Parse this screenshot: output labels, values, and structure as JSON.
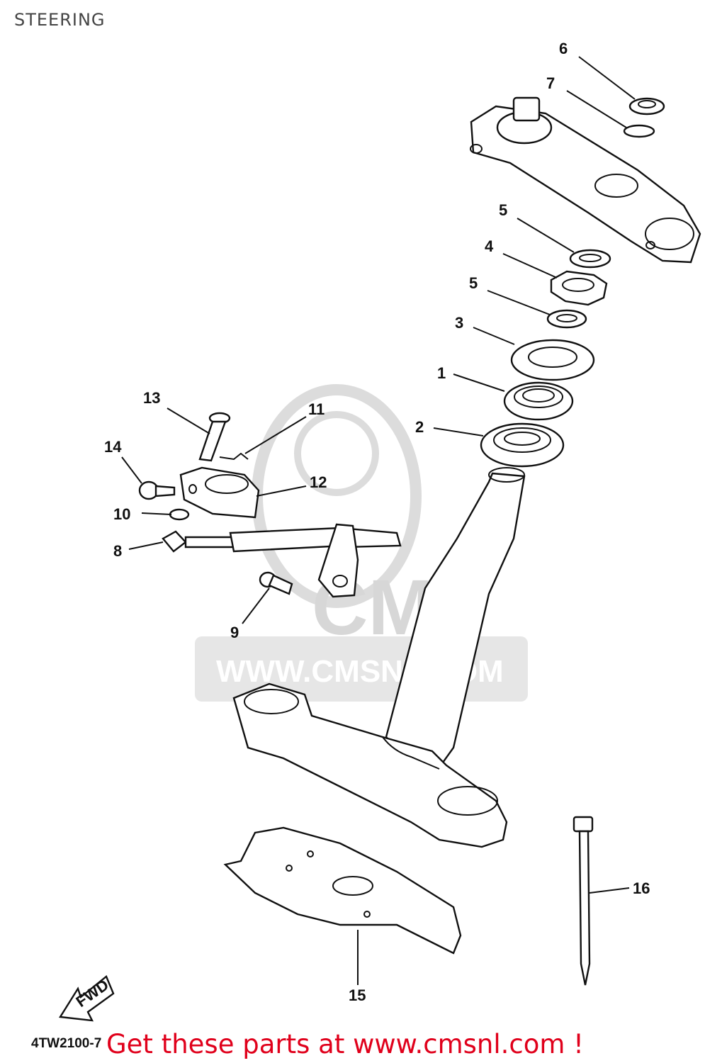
{
  "page": {
    "title": "STEERING",
    "diagram_code": "4TW2100-7",
    "call_to_action": "Get these parts at www.cmsnl.com !"
  },
  "watermark": {
    "logo_text": "CMS",
    "url_text": "WWW.CMSNL.COM"
  },
  "fwd_arrow": {
    "text": "FWD"
  },
  "callouts": [
    "1",
    "2",
    "3",
    "4",
    "5",
    "5",
    "6",
    "7",
    "8",
    "9",
    "10",
    "11",
    "12",
    "13",
    "14",
    "15",
    "16"
  ]
}
